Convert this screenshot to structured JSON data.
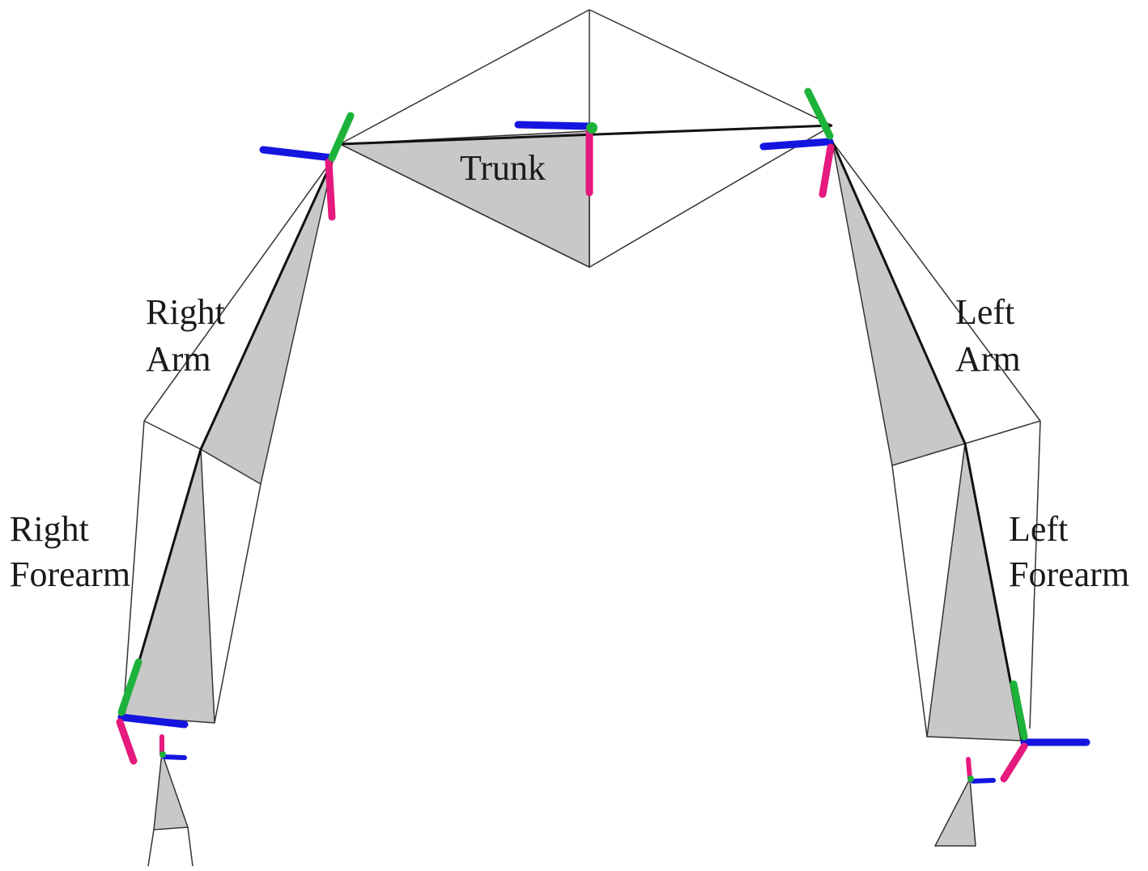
{
  "labels": {
    "trunk": "Trunk",
    "right_arm": [
      "Right",
      "Arm"
    ],
    "left_arm": [
      "Left",
      "Arm"
    ],
    "right_forearm": [
      "Right",
      "Forearm"
    ],
    "left_forearm": [
      "Left",
      "Forearm"
    ]
  },
  "colors": {
    "background": "#ffffff",
    "segment_fill": "#c8c8c8",
    "outline": "#1a1a1a",
    "axis_x": "#e5197e",
    "axis_y": "#1db33a",
    "axis_z": "#1515e0"
  }
}
